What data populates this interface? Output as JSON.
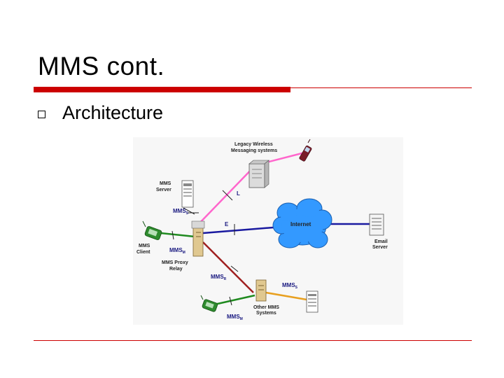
{
  "slide": {
    "title": "MMS  cont.",
    "bullet": "Architecture"
  },
  "diagram": {
    "labels": {
      "legacy_line1": "Legacy Wireless",
      "legacy_line2": "Messaging systems",
      "mms_server_line1": "MMS",
      "mms_server_line2": "Server",
      "mms_client_line1": "MMS",
      "mms_client_line2": "Client",
      "proxy_line1": "MMS Proxy",
      "proxy_line2": "Relay",
      "internet": "Internet",
      "email_line1": "Email",
      "email_line2": "Server",
      "other_line1": "Other MMS",
      "other_line2": "Systems"
    },
    "interfaces": {
      "L": "L",
      "E": "E",
      "mmss_top": "MMS",
      "mmss_top_sub": "S",
      "mmsm_left": "MMS",
      "mmsm_left_sub": "M",
      "mmsr": "MMS",
      "mmsr_sub": "R",
      "mmss_right": "MMS",
      "mmss_right_sub": "S",
      "mmsm_bottom": "MMS",
      "mmsm_bottom_sub": "M"
    },
    "colors": {
      "pink_link": "#ff66cc",
      "blue_link": "#1a1aa0",
      "green_link": "#1f8a1f",
      "brown_link": "#a02020",
      "orange_link": "#e8a020",
      "cloud": "#3399ff",
      "server_tan": "#e0c890"
    }
  }
}
